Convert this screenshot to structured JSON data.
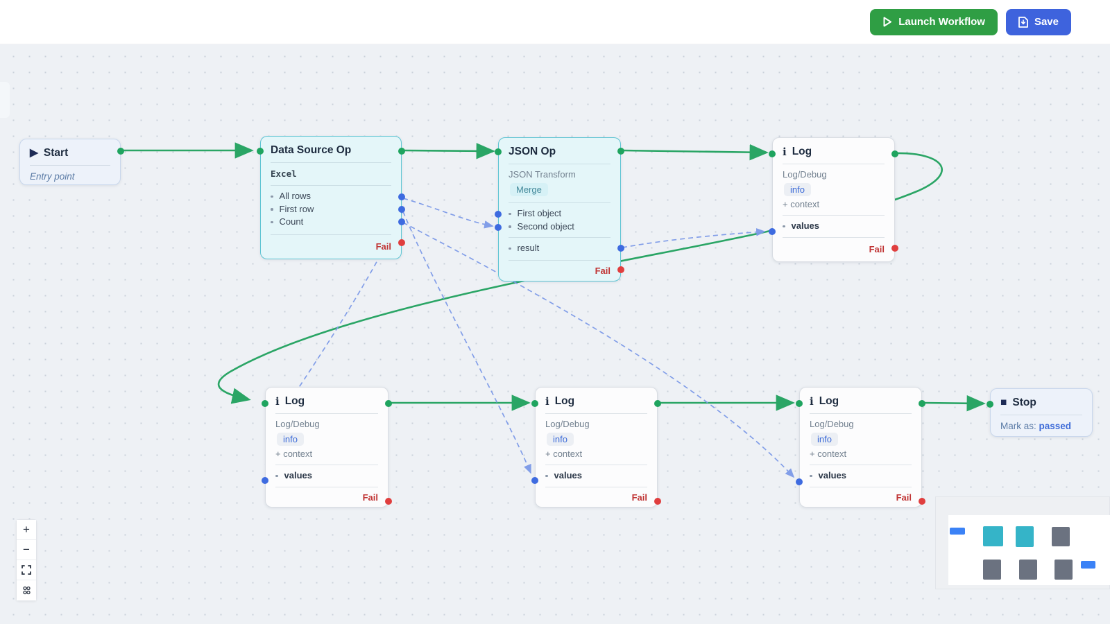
{
  "header": {
    "launch_label": "Launch Workflow",
    "save_label": "Save"
  },
  "nodes": {
    "start": {
      "title": "Start",
      "subtitle": "Entry point"
    },
    "data_source": {
      "title": "Data Source Op",
      "type_label": "Excel",
      "outputs": [
        "All rows",
        "First row",
        "Count"
      ],
      "fail_label": "Fail"
    },
    "json_op": {
      "title": "JSON Op",
      "subtitle": "JSON Transform",
      "badge": "Merge",
      "inputs": [
        "First object",
        "Second object"
      ],
      "output": "result",
      "fail_label": "Fail"
    },
    "logs": [
      {
        "title": "Log",
        "subtitle": "Log/Debug",
        "badge": "info",
        "context_label": "+ context",
        "input": "values",
        "fail_label": "Fail"
      },
      {
        "title": "Log",
        "subtitle": "Log/Debug",
        "badge": "info",
        "context_label": "+ context",
        "input": "values",
        "fail_label": "Fail"
      },
      {
        "title": "Log",
        "subtitle": "Log/Debug",
        "badge": "info",
        "context_label": "+ context",
        "input": "values",
        "fail_label": "Fail"
      },
      {
        "title": "Log",
        "subtitle": "Log/Debug",
        "badge": "info",
        "context_label": "+ context",
        "input": "values",
        "fail_label": "Fail"
      }
    ],
    "stop": {
      "title": "Stop",
      "mark_as_label": "Mark as:",
      "status": "passed"
    }
  },
  "colors": {
    "launch_button": "#2f9e44",
    "save_button": "#3e63dd",
    "edge_flow_green": "#2aa565",
    "edge_data_blue": "#7d9ae8",
    "handle_green": "#1fa45f",
    "handle_blue": "#3e6be0",
    "handle_red": "#e03e3e",
    "op_node_bg": "#e4f6f9",
    "op_node_border": "#5ec4d3",
    "fail_text": "#c03434",
    "minimap_teal": "#35b4c8",
    "minimap_gray": "#6b7280",
    "minimap_blue": "#3b82f6"
  },
  "minimap": {
    "node_colors": [
      "blue",
      "teal",
      "teal",
      "gray",
      "gray",
      "gray",
      "gray",
      "blue"
    ]
  },
  "controls": [
    "zoom-in",
    "zoom-out",
    "fit-view",
    "toggle-grid"
  ]
}
